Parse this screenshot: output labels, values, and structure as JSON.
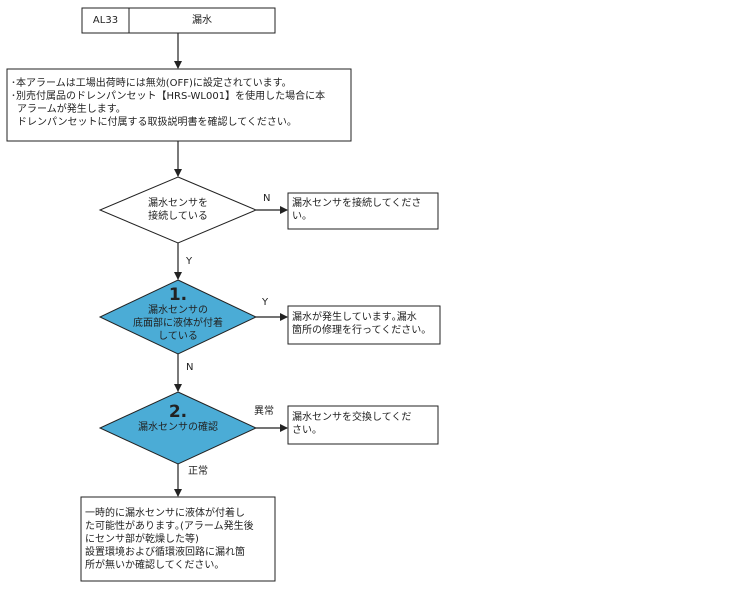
{
  "header": {
    "code": "AL33",
    "title": "漏水"
  },
  "intro_lines": [
    "･本アラームは工場出荷時には無効(OFF)に設定されています。",
    "･別売付属品のドレンパンセット【HRS-WL001】を使用した場合に本",
    "アラームが発生します。",
    "ドレンパンセットに付属する取扱説明書を確認してください。"
  ],
  "decision0": {
    "lines": [
      "漏水センサを",
      "接続している"
    ]
  },
  "action0": {
    "lines": [
      "漏水センサを接続してくださ",
      "い。"
    ]
  },
  "decision1": {
    "number": "1.",
    "lines": [
      "漏水センサの",
      "底面部に液体が付着",
      "している"
    ]
  },
  "action1": {
    "lines": [
      "漏水が発生しています｡漏水",
      "箇所の修理を行ってください。"
    ]
  },
  "decision2": {
    "number": "2.",
    "lines": [
      "漏水センサの確認"
    ]
  },
  "action2": {
    "lines": [
      "漏水センサを交換してくだ",
      "さい。"
    ]
  },
  "final": {
    "lines": [
      "一時的に漏水センサに液体が付着し",
      "た可能性があります｡(アラーム発生後",
      "にセンサ部が乾燥した等)",
      "設置環境および循環液回路に漏れ箇",
      "所が無いか確認してください。"
    ]
  },
  "labels": {
    "n1": "N",
    "y1": "Y",
    "y2": "Y",
    "n2": "N",
    "abnormal": "異常",
    "normal": "正常"
  },
  "colors": {
    "highlight": "#4bacd6",
    "stroke": "#222222"
  }
}
